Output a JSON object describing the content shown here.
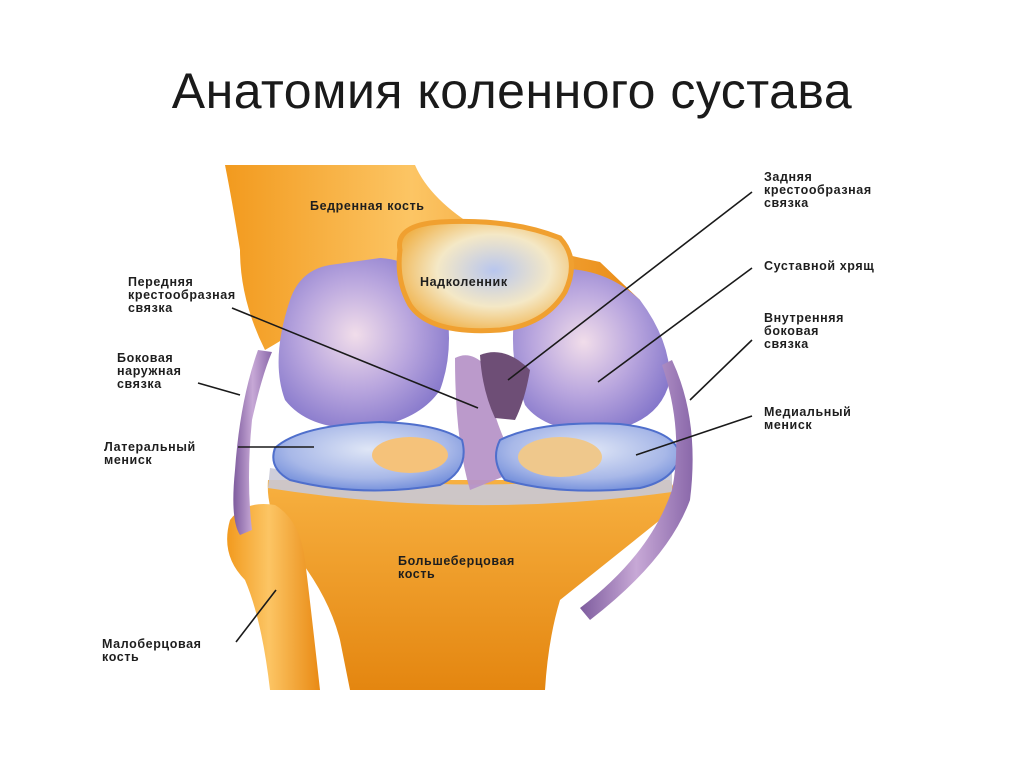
{
  "slide": {
    "title": "Анатомия коленного сустава"
  },
  "diagram": {
    "labels": {
      "femur": "Бедренная кость",
      "patella": "Надколенник",
      "acl": "Передняя\nкрестообразная\nсвязка",
      "lcl": "Боковая\nнаружная\nсвязка",
      "lateral_meniscus": "Латеральный\nмениск",
      "fibula": "Малоберцовая\nкость",
      "pcl": "Задняя\nкрестообразная\nсвязка",
      "cartilage": "Суставной хрящ",
      "mcl": "Внутренняя\nбоковая\nсвязка",
      "medial_meniscus": "Медиальный\nмениск",
      "tibia": "Большеберцовая\nкость"
    },
    "colors": {
      "bone": "#f0a030",
      "bone_light": "#fbd98a",
      "cartilage": "#9e94d8",
      "meniscus": "#8fa6e0",
      "ligament": "#9a78b4",
      "leader_line": "#1a1a1a"
    }
  }
}
